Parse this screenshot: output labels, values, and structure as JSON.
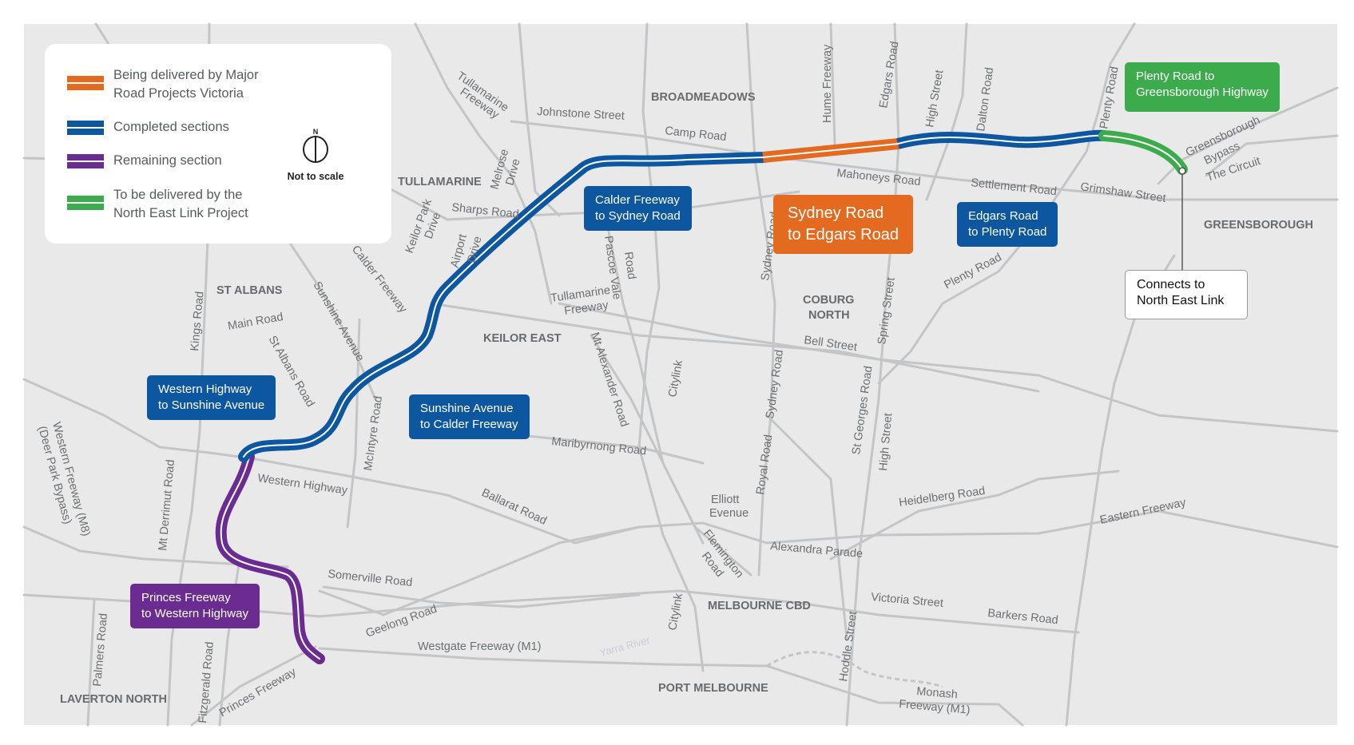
{
  "legend": {
    "items": [
      {
        "line1": "Being delivered by Major",
        "line2": "Road Projects Victoria",
        "color": "#e36a1f"
      },
      {
        "line1": "Completed sections",
        "line2": "",
        "color": "#0d57a1"
      },
      {
        "line1": "Remaining section",
        "line2": "",
        "color": "#6a2c91"
      },
      {
        "line1": "To be delivered by the",
        "line2": "North East Link Project",
        "color": "#3bab4b"
      }
    ],
    "compass_n": "N",
    "scale_note": "Not to scale"
  },
  "section_labels": {
    "calder_sydney": {
      "line1": "Calder Freeway",
      "line2": "to Sydney Road"
    },
    "sydney_edgars": {
      "line1": "Sydney Road",
      "line2": "to Edgars Road"
    },
    "edgars_plenty": {
      "line1": "Edgars Road",
      "line2": "to Plenty Road"
    },
    "plenty_greensborough": {
      "line1": "Plenty Road to",
      "line2": "Greensborough Highway"
    },
    "connects_nel": {
      "line1": "Connects to",
      "line2": "North East Link"
    },
    "western_sunshine": {
      "line1": "Western Highway",
      "line2": "to Sunshine Avenue"
    },
    "sunshine_calder": {
      "line1": "Sunshine Avenue",
      "line2": "to Calder Freeway"
    },
    "princes_western": {
      "line1": "Princes Freeway",
      "line2": "to Western Highway"
    }
  },
  "suburbs": {
    "broadmeadows": "BROADMEADOWS",
    "tullamarine": "TULLAMARINE",
    "st_albans": "ST ALBANS",
    "keilor_east": "KEILOR EAST",
    "coburg_north_1": "COBURG",
    "coburg_north_2": "NORTH",
    "greensborough": "GREENSBOROUGH",
    "melbourne_cbd": "MELBOURNE CBD",
    "port_melbourne": "PORT MELBOURNE",
    "laverton_north": "LAVERTON NORTH"
  },
  "roads": {
    "tullamarine_fwy_1": "Tullamarine",
    "tullamarine_fwy_2": "Freeway",
    "johnstone_st": "Johnstone Street",
    "camp_rd": "Camp Road",
    "hume_fwy": "Hume Freeway",
    "edgars_rd": "Edgars Road",
    "high_st_north": "High Street",
    "dalton_rd": "Dalton Road",
    "plenty_rd_north": "Plenty Road",
    "greensborough_bypass_1": "Greensborough",
    "greensborough_bypass_2": "Bypass",
    "the_circuit": "The Circuit",
    "mahoneys_rd": "Mahoneys Road",
    "settlement_rd": "Settlement Road",
    "grimshaw_st": "Grimshaw Street",
    "melrose_dr_1": "Melrose",
    "melrose_dr_2": "Drive",
    "sharps_rd": "Sharps Road",
    "keilor_park_dr_1": "Keilor Park",
    "keilor_park_dr_2": "Drive",
    "airport_dr_1": "Airport",
    "airport_dr_2": "Drive",
    "calder_fwy": "Calder Freeway",
    "pascoe_vale_rd_1": "Pascoe Vale",
    "pascoe_vale_rd_2": "Road",
    "tullamarine_fwy_mid_1": "Tullamarine",
    "tullamarine_fwy_mid_2": "Freeway",
    "sydney_rd_north": "Sydney Road",
    "plenty_rd_mid": "Plenty Road",
    "spring_st": "Spring Street",
    "bell_st": "Bell Street",
    "kings_rd": "Kings Road",
    "main_rd": "Main Road",
    "sunshine_ave": "Sunshine Avenue",
    "st_albans_rd": "St Albans Road",
    "mt_alexander_rd": "Mt Alexander Road",
    "citylink_north": "Citylink",
    "sydney_rd_south": "Sydney Road",
    "royal_rd": "Royal Road",
    "st_georges_rd": "St Georges Road",
    "high_st_south": "High Street",
    "western_fwy_1": "Western Freeway (M8)",
    "western_fwy_2": "(Deer Park Bypass)",
    "mcintyre_rd": "McIntyre Road",
    "maribyrnong_rd": "Maribyrnong Road",
    "western_hwy": "Western Highway",
    "ballarat_rd": "Ballarat Road",
    "elliott_ave_1": "Elliott",
    "elliott_ave_2": "Evenue",
    "heidelberg_rd": "Heidelberg Road",
    "eastern_fwy": "Eastern Freeway",
    "mt_derrimut_rd": "Mt Derrimut Road",
    "flemington_rd_1": "Flemington",
    "flemington_rd_2": "Road",
    "alexandra_pde": "Alexandra Parade",
    "somerville_rd": "Somerville Road",
    "victoria_st": "Victoria Street",
    "barkers_rd": "Barkers Road",
    "citylink_south": "Citylink",
    "geelong_rd": "Geelong Road",
    "westgate_fwy": "Westgate Freeway (M1)",
    "yarra_river": "Yarra River",
    "hoddle_st": "Hoddle Street",
    "palmers_rd": "Palmers Road",
    "fitzgerald_rd": "Fitzgerald Road",
    "princes_fwy": "Princes Freeway",
    "monash_fwy_1": "Monash",
    "monash_fwy_2": "Freeway (M1)"
  }
}
